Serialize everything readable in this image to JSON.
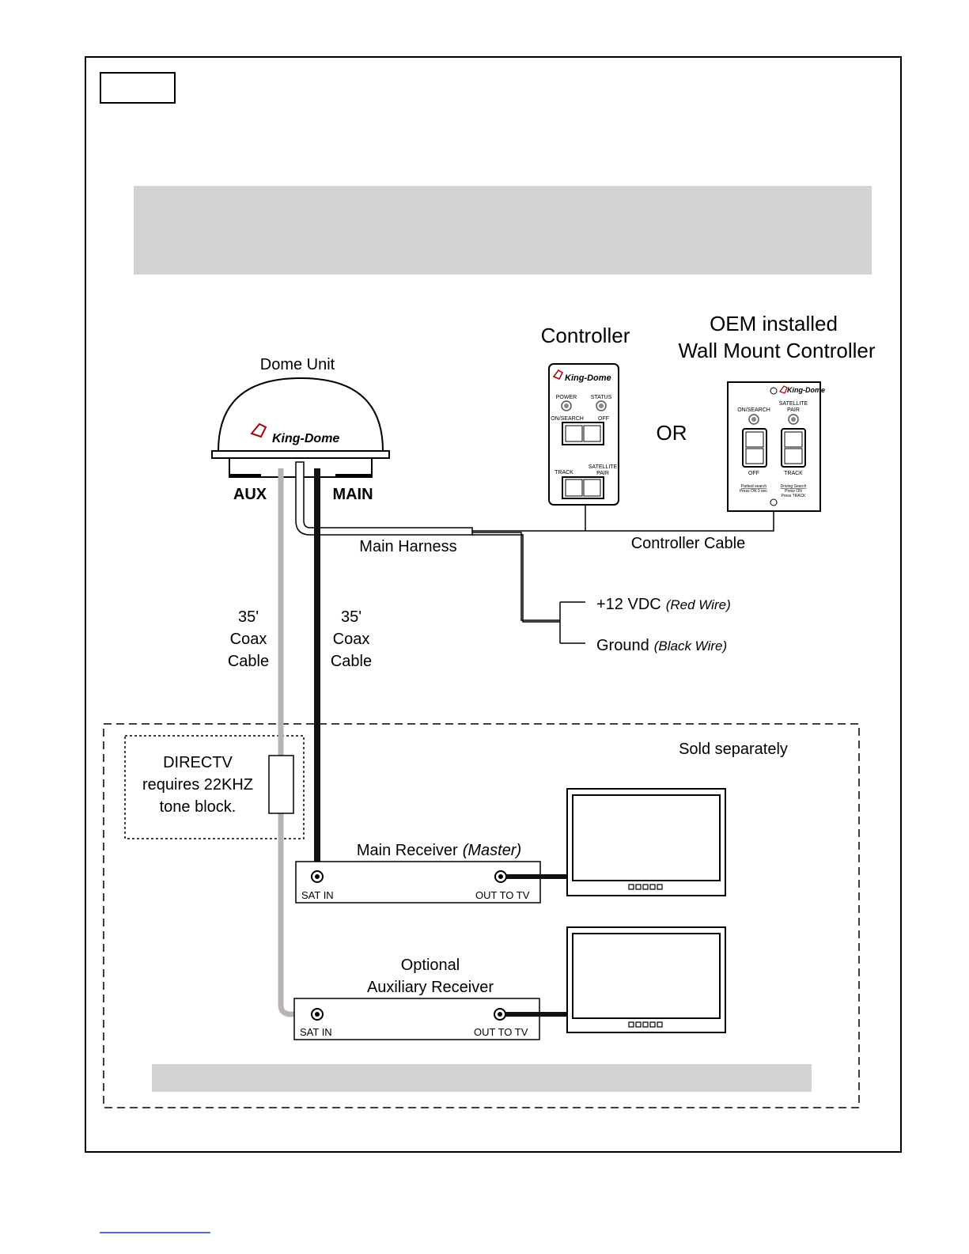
{
  "labels": {
    "dome_unit": "Dome Unit",
    "dome_logo": "King-Dome",
    "aux": "AUX",
    "main": "MAIN",
    "controller": "Controller",
    "oem_line1": "OEM installed",
    "oem_line2": "Wall Mount Controller",
    "or": "OR",
    "main_harness": "Main Harness",
    "controller_cable": "Controller Cable",
    "power_12v": "+12 VDC",
    "power_12v_note": "(Red Wire)",
    "ground": "Ground",
    "ground_note": "(Black Wire)",
    "coax_aux": [
      "35'",
      "Coax",
      "Cable"
    ],
    "coax_main": [
      "35'",
      "Coax",
      "Cable"
    ],
    "sold_separately": "Sold separately",
    "directv": [
      "DIRECTV",
      "requires 22KHZ",
      "tone block."
    ],
    "main_receiver": "Main Receiver",
    "main_receiver_note": "(Master)",
    "aux_receiver_line1": "Optional",
    "aux_receiver_line2": "Auxiliary Receiver",
    "sat_in": "SAT IN",
    "out_to_tv": "OUT TO TV"
  },
  "controller_panel": {
    "logo": "King-Dome",
    "power": "POWER",
    "status": "STATUS",
    "on_search": "ON/SEARCH",
    "off": "OFF",
    "track": "TRACK",
    "satellite": "SATELLITE",
    "pair": "PAIR"
  },
  "wall_panel": {
    "logo": "King-Dome",
    "on_search": "ON/SEARCH",
    "satellite": "SATELLITE",
    "pair": "PAIR",
    "off": "OFF",
    "track": "TRACK",
    "parked_1": "Parked search",
    "parked_2": "Press ON 3 sec.",
    "driving_1": "Driving Search",
    "driving_2": "Press ON",
    "driving_3": "Press TRACK"
  },
  "colors": {
    "gray_bar": "#d3d3d4",
    "aux_cable": "#b9b4b1",
    "main_cable": "#111111"
  }
}
